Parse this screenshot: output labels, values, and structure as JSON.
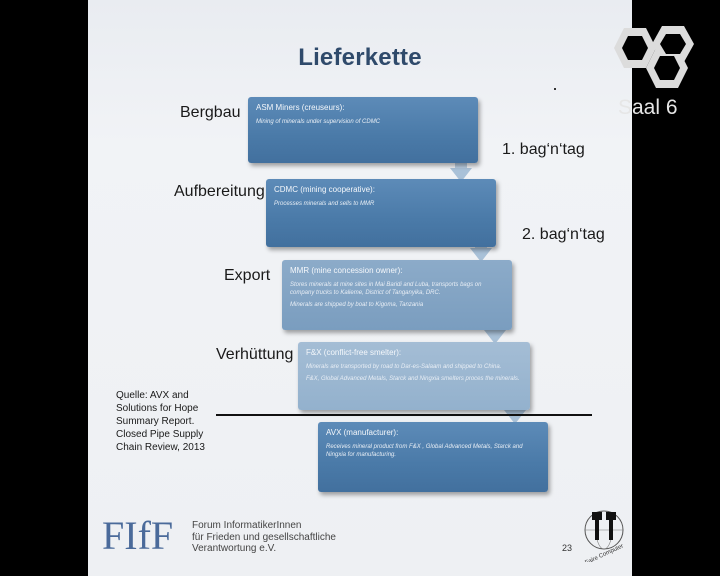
{
  "slide": {
    "title": "Lieferkette",
    "stages": [
      {
        "label": "Bergbau"
      },
      {
        "label": "Aufbereitung"
      },
      {
        "label": "Export"
      },
      {
        "label": "Verhüttung"
      }
    ],
    "boxes": [
      {
        "head": "ASM Miners (creuseurs):",
        "desc": [
          "Mining of minerals under supervision of CDMC"
        ]
      },
      {
        "head": "CDMC (mining cooperative):",
        "desc": [
          "Processes minerals and sells to MMR"
        ]
      },
      {
        "head": "MMR (mine concession owner):",
        "desc": [
          "Stores minerals at mine sites in Mai Baridi and Luba, transports bags on company trucks to Kalieme, District of Tanganyika, DRC.",
          "Minerals are shipped by boat to Kigoma, Tanzania"
        ]
      },
      {
        "head": "F&X (conflict-free smelter):",
        "desc": [
          "Minerals are transported by road to Dar-es-Salaam and shipped to China.",
          "F&X, Global Advanced Metals, Starck and Ningxia smelters proces the minerals."
        ]
      },
      {
        "head": "AVX (manufacturer):",
        "desc": [
          "Receives mineral product from F&X , Global Advanced Metals, Starck and Ningxia for manufacturing."
        ]
      }
    ],
    "bag_tags": [
      "1. bag‘n‘tag",
      "2. bag‘n‘tag"
    ],
    "source": "Quelle: AVX and Solutions for Hope Summary Report. Closed Pipe Supply Chain Review, 2013",
    "logo_text": "FIfF",
    "forum_lines": [
      "Forum InformatikerInnen",
      "für Frieden und gesellschaftliche",
      "Verantwortung e.V."
    ],
    "page_number": "23",
    "fc_logo_text": "Faire Computer"
  },
  "overlay": {
    "room": "Saal 6",
    "logo_icon": "ccc-room-logo-icon"
  },
  "colors": {
    "title": "#2f4a6b",
    "box_dark": "#4a7aa8",
    "box_light": "#8cabc9",
    "arrow": "#a9c1d8"
  }
}
